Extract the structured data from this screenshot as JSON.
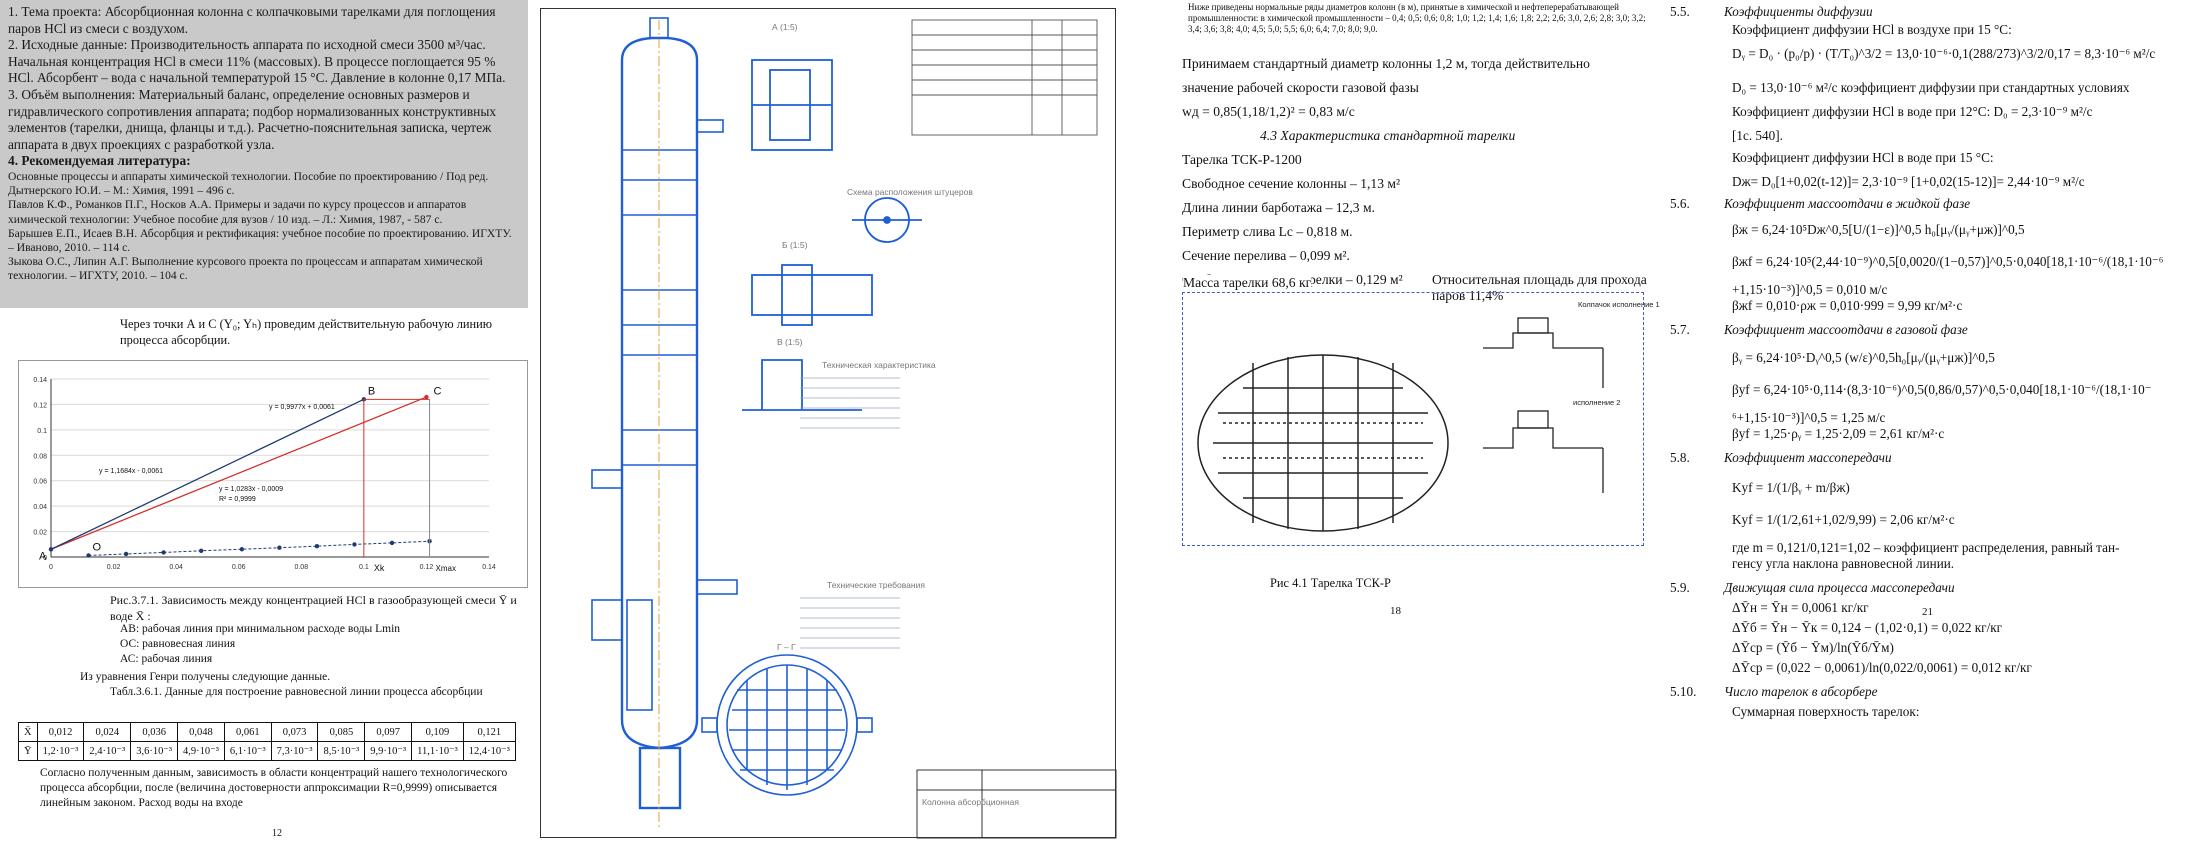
{
  "panel1": {
    "scan_lines": [
      "1. Тема проекта: Абсорбционная колонна с колпачковыми тарелками для поглощения паров HCl из смеси с воздухом.",
      "2. Исходные данные: Производительность аппарата по исходной смеси 3500 м³/час. Начальная концентрация HCl в смеси 11% (массовых). В процессе поглощается 95 % HCl. Абсорбент – вода с начальной температурой 15 °С. Давление в колонне 0,17 МПа.",
      "3. Объём выполнения: Материальный баланс, определение основных размеров и гидравлического сопротивления аппарата; подбор нормализованных конструктивных элементов (тарелки, днища, фланцы и т.д.). Расчетно-пояснительная записка, чертеж аппарата в двух проекциях с разработкой узла.",
      "4. Рекомендуемая литература:"
    ],
    "refs": [
      "Основные процессы и аппараты химической технологии. Пособие по проектированию / Под ред. Дытнерского Ю.И. – М.: Химия, 1991 – 496 с.",
      "Павлов К.Ф., Романков П.Г., Носков А.А. Примеры и задачи по курсу процессов и аппаратов химической технологии: Учебное пособие для вузов / 10 изд. – Л.: Химия, 1987, - 587 с.",
      "Барышев Е.П., Исаев В.Н. Абсорбция и ректификация: учебное пособие по проектированию. ИГХТУ. – Иваново, 2010. – 114 с.",
      "Зыкова О.С., Липин А.Г. Выполнение курсового проекта по процессам и аппаратам химической технологии. – ИГХТУ, 2010. – 104 с."
    ],
    "lead_text": "Через точки А и С (Y₀; Yₕ) проведим действительную рабочую линию процесса абсорбции.",
    "caption": "Рис.3.7.1. Зависимость между концентрацией HCl в газообразующей смеси Ȳ и воде X̄ :",
    "legend": [
      "АВ: рабочая линия при минимальном расходе воды Lmin",
      "ОС: равновесная линия",
      "АС: рабочая линия"
    ],
    "henry": "Из уравнения Генри получены следующие данные.",
    "table_title": "Табл.3.6.1. Данные для построение равновесной линии процесса абсорбции",
    "table": {
      "row_x_label": "X̄",
      "row_y_label": "Ȳ",
      "x_values": [
        "0,012",
        "0,024",
        "0,036",
        "0,048",
        "0,061",
        "0,073",
        "0,085",
        "0,097",
        "0,109",
        "0,121"
      ],
      "y_values": [
        "1,2·10⁻³",
        "2,4·10⁻³",
        "3,6·10⁻³",
        "4,9·10⁻³",
        "6,1·10⁻³",
        "7,3·10⁻³",
        "8,5·10⁻³",
        "9,9·10⁻³",
        "11,1·10⁻³",
        "12,4·10⁻³"
      ]
    },
    "conclusion": "Согласно полученным данным, зависимость в области концентраций нашего технологического процесса абсорбции, после (величина достоверности аппроксимации R=0,9999) описывается линейным законом. Расход воды на входе",
    "page": "12"
  },
  "chart_data": {
    "type": "scatter",
    "title": "",
    "xlabel": "Xk",
    "ylabel": "",
    "xlim": [
      0,
      0.14
    ],
    "ylim": [
      0,
      0.14
    ],
    "x_ticks": [
      "0",
      "0.02",
      "0.04",
      "0.06",
      "0.08",
      "0.1",
      "0.12",
      "0.14"
    ],
    "y_ticks": [
      "0",
      "0.02",
      "0.04",
      "0.06",
      "0.08",
      "0.1",
      "0.12",
      "0.14"
    ],
    "point_labels": [
      {
        "label": "A",
        "x": 0,
        "y": 0.006
      },
      {
        "label": "O",
        "x": 0.012,
        "y": 0.0012
      },
      {
        "label": "B",
        "x": 0.1,
        "y": 0.124
      },
      {
        "label": "C",
        "x": 0.121,
        "y": 0.124
      }
    ],
    "axis_marks": [
      "Xk",
      "Xmax"
    ],
    "trendline_labels": [
      {
        "text": "y = 0,9977x + 0,0061"
      },
      {
        "text": "y = 1,1684x - 0,0061"
      },
      {
        "text": "y = 1,0283x - 0,0009"
      },
      {
        "text": "R² = 0,9999"
      }
    ],
    "series": [
      {
        "name": "",
        "x": [
          0,
          0.12
        ],
        "y": [
          0.0061,
          0.1258
        ],
        "color": "#d32f2f"
      },
      {
        "name": "",
        "x": [
          0,
          0.1
        ],
        "y": [
          0.006,
          0.124
        ],
        "color": "#1f3b73"
      },
      {
        "name": "",
        "x": [
          0.012,
          0.024,
          0.036,
          0.048,
          0.061,
          0.073,
          0.085,
          0.097,
          0.109,
          0.121
        ],
        "y": [
          0.0012,
          0.0024,
          0.0036,
          0.0049,
          0.0061,
          0.0073,
          0.0085,
          0.0099,
          0.0111,
          0.0124
        ],
        "color": "#1f3b73"
      }
    ]
  },
  "panel2": {
    "view_labels": [
      "А (1:5)",
      "Б (1:5)",
      "В (1:5)",
      "Г – Г"
    ],
    "node_label": "Схема расположения штуцеров",
    "notes_title": "Технические требования",
    "tech_title": "Техническая характеристика",
    "stamp": "Колонна абсорбционная"
  },
  "panel3": {
    "header": "Ниже приведены нормальные ряды диаметров колонн (в м), принятые в химической и нефтеперерабатывающей промышленности: в химической промышленности – 0,4; 0,5; 0,6; 0,8; 1,0; 1,2; 1,4; 1,6; 1,8; 2,2; 2,6; 3,0, 2,6; 2,8; 3,0; 3,2; 3,4; 3,6; 3,8; 4,0; 4,5; 5,0; 5,5; 6,0; 6,4; 7,0; 8,0; 9,0.",
    "lines": [
      "Принимаем стандартный диаметр колонны 1,2 м, тогда действительно",
      "значение рабочей скорости газовой фазы",
      "wд = 0,85(1,18/1,2)² = 0,83 м/с",
      "4.3     Характеристика стандартной тарелки",
      "Тарелка ТСК-Р-1200",
      "Свободное сечение колонны – 1,13 м²",
      "Длина линии барботажа – 12,3 м.",
      "Периметр слива Lс – 0,818 м.",
      "Сечение перелива – 0,099 м².",
      "Свободное сечение тарелки – 0,129 м²",
      "Относительная площадь для прохода паров 11,4%",
      "Масса тарелки 68,6 кг"
    ],
    "figure_labels": [
      "Колпачок исполнение 1",
      "исполнение 2"
    ],
    "figure_caption": "Рис 4.1 Тарелка ТСК-Р",
    "page": "18"
  },
  "panel4": {
    "items": [
      {
        "num": "5.5.",
        "text": "Коэффициенты диффузии"
      },
      {
        "num": "",
        "text": "Коэффициент диффузии HCl в воздухе при 15 °С:"
      },
      {
        "num": "",
        "text": "Dᵧ = D₀ · (p₀/p) · (T/T₀)^3/2 = 13,0·10⁻⁶·0,1(288/273)^3/2/0,17 = 8,3·10⁻⁶ м²/с"
      },
      {
        "num": "",
        "text": "D₀ = 13,0·10⁻⁶ м²/с    коэффициент диффузии при стандартных условиях"
      },
      {
        "num": "",
        "text": "Коэффициент диффузии HCl в воде при 12°С: D₀ = 2,3·10⁻⁹ м²/с"
      },
      {
        "num": "",
        "text": "[1c. 540]."
      },
      {
        "num": "",
        "text": "Коэффициент диффузии HCl в воде при 15 °С:"
      },
      {
        "num": "",
        "text": "Dж= D₀[1+0,02(t-12)]= 2,3·10⁻⁹ [1+0,02(15-12)]= 2,44·10⁻⁹ м²/с"
      },
      {
        "num": "5.6.",
        "text": "Коэффициент массоотдачи в жидкой фазе"
      },
      {
        "num": "",
        "text": "βж = 6,24·10⁵Dж^0,5[U/(1−ε)]^0,5 h₀[μᵧ/(μᵧ+μж)]^0,5"
      },
      {
        "num": "",
        "text": "βжf = 6,24·10⁵(2,44·10⁻⁹)^0,5[0,0020/(1−0,57)]^0,5·0,040[18,1·10⁻⁶/(18,1·10⁻⁶"
      },
      {
        "num": "",
        "text": "+1,15·10⁻³)]^0,5  = 0,010 м/с"
      },
      {
        "num": "",
        "text": "βжf = 0,010·ρж = 0,010·999 = 9,99 кг/м²·с"
      },
      {
        "num": "5.7.",
        "text": "Коэффициент массоотдачи в газовой фазе"
      },
      {
        "num": "",
        "text": "βᵧ = 6,24·10⁵·Dᵧ^0,5 (w/ε)^0,5h₀[μᵧ/(μᵧ+μж)]^0,5"
      },
      {
        "num": "",
        "text": "βуf = 6,24·10⁵·0,114·(8,3·10⁻⁶)^0,5(0,86/0,57)^0,5·0,040[18,1·10⁻⁶/(18,1·10⁻"
      },
      {
        "num": "",
        "text": "⁶+1,15·10⁻³)]^0,5 = 1,25 м/с"
      },
      {
        "num": "",
        "text": "βуf = 1,25·ρᵧ = 1,25·2,09 = 2,61 кг/м²·с"
      },
      {
        "num": "5.8.",
        "text": "Коэффициент массопередачи"
      },
      {
        "num": "",
        "text": "Kуf = 1/(1/βᵧ + m/βж)"
      },
      {
        "num": "",
        "text": "Kуf = 1/(1/2,61+1,02/9,99) = 2,06 кг/м²·с"
      },
      {
        "num": "",
        "text": "где m = 0,121/0,121=1,02 – коэффициент распределения, равный тан-"
      },
      {
        "num": "",
        "text": "генсу угла наклона равновесной линии."
      },
      {
        "num": "5.9.",
        "text": "Движущая сила процесса массопередачи"
      },
      {
        "num": "",
        "text": "ΔȲн = Ȳн = 0,0061 кг/кг"
      },
      {
        "num": "",
        "text": "ΔȲб = Ȳн − Ȳк = 0,124 − (1,02·0,1) = 0,022 кг/кг"
      },
      {
        "num": "",
        "text": "ΔȲср = (Ȳб − Ȳм)/ln(Ȳб/Ȳм)"
      },
      {
        "num": "",
        "text": "ΔȲср = (0,022 − 0,0061)/ln(0,022/0,0061) = 0,012 кг/кг"
      },
      {
        "num": "5.10.",
        "text": "Число тарелок в абсорбере"
      },
      {
        "num": "",
        "text": "Суммарная поверхность тарелок:"
      }
    ],
    "page": "21"
  }
}
